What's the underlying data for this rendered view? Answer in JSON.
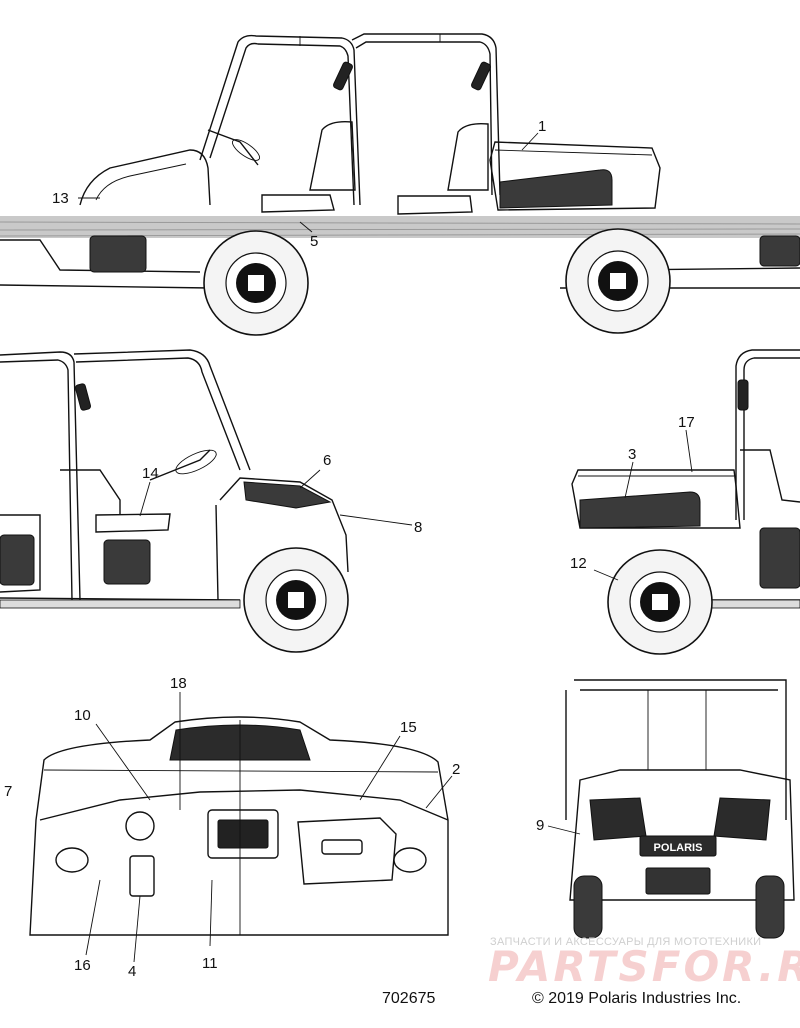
{
  "callouts": [
    {
      "id": "c1",
      "label": "1"
    },
    {
      "id": "c13",
      "label": "13"
    },
    {
      "id": "c5",
      "label": "5"
    },
    {
      "id": "c6",
      "label": "6"
    },
    {
      "id": "c14",
      "label": "14"
    },
    {
      "id": "c8",
      "label": "8"
    },
    {
      "id": "c3",
      "label": "3"
    },
    {
      "id": "c17",
      "label": "17"
    },
    {
      "id": "c12",
      "label": "12"
    },
    {
      "id": "c18",
      "label": "18"
    },
    {
      "id": "c10",
      "label": "10"
    },
    {
      "id": "c15",
      "label": "15"
    },
    {
      "id": "c2",
      "label": "2"
    },
    {
      "id": "c7",
      "label": "7"
    },
    {
      "id": "c9",
      "label": "9"
    },
    {
      "id": "c16",
      "label": "16"
    },
    {
      "id": "c4",
      "label": "4"
    },
    {
      "id": "c11",
      "label": "11"
    }
  ],
  "footer": {
    "diagram_id": "702675",
    "copyright": "© 2019 Polaris Industries Inc."
  },
  "watermark": {
    "line1": "ЗАПЧАСТИ И АКСЕССУАРЫ ДЛЯ МОТОТЕХНИКИ",
    "brand": "PARTSFOR.RU"
  },
  "grille_badge": "POLARIS"
}
